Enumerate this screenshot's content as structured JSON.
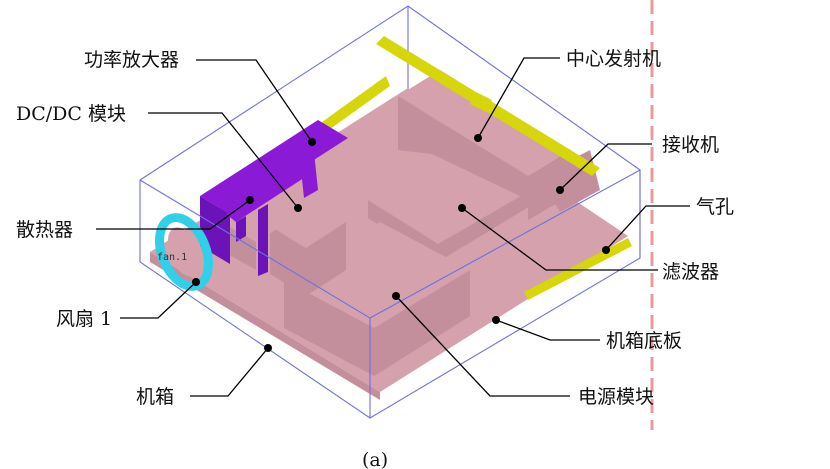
{
  "colors": {
    "enclosure_edge": "#6f6fe0",
    "board": "#d4a1ad",
    "board_shade": "#c48f9c",
    "amplifier": "#8a1ad6",
    "fin": "#6b13b8",
    "filter": "#d6d60a",
    "fan": "#2fd0e8",
    "leader": "#000000",
    "red_dash": "#e99a9a"
  },
  "labels": {
    "power_amplifier": "功率放大器",
    "dcdc_module": "DC/DC 模块",
    "heat_sink": "散热器",
    "fan": "风扇 1",
    "chassis": "机箱",
    "center_transmitter": "中心发射机",
    "receiver": "接收机",
    "vent": "气孔",
    "filter": "滤波器",
    "chassis_base": "机箱底板",
    "power_module": "电源模块"
  },
  "fan_tag": "fan.1",
  "caption": "(a)"
}
